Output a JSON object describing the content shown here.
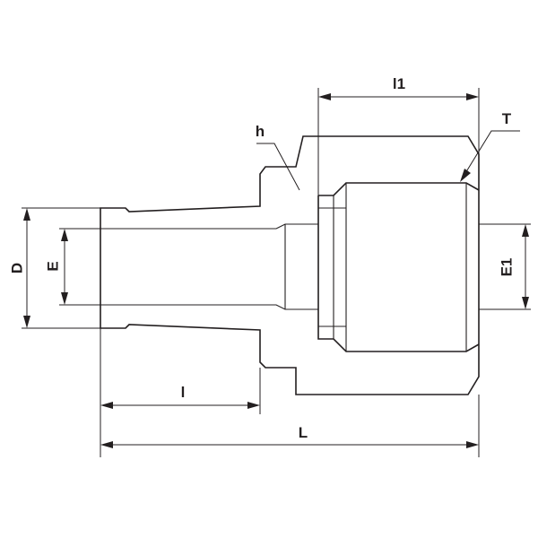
{
  "labels": {
    "D": "D",
    "E": "E",
    "E1": "E1",
    "l": "l",
    "l1": "l1",
    "L": "L",
    "h": "h",
    "T": "T"
  },
  "colors": {
    "line": "#231f20",
    "background": "#ffffff"
  }
}
